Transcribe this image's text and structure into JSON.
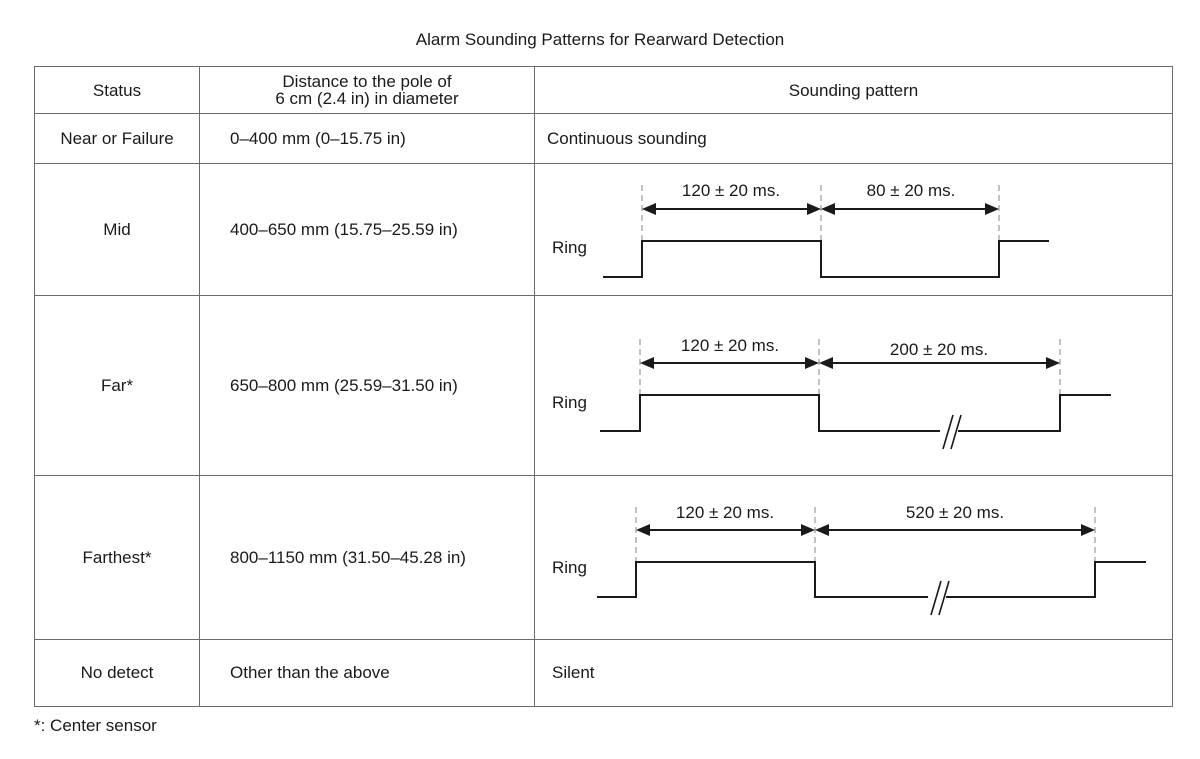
{
  "title": "Alarm Sounding Patterns for Rearward Detection",
  "headers": {
    "status": "Status",
    "distance_line1": "Distance to the pole of",
    "distance_line2": "6 cm (2.4 in) in diameter",
    "pattern": "Sounding pattern"
  },
  "rows": [
    {
      "status": "Near or Failure",
      "distance": "0–400 mm (0–15.75 in)",
      "pattern": "Continuous sounding"
    },
    {
      "status": "Mid",
      "distance": "400–650 mm (15.75–25.59 in)",
      "ring": "Ring",
      "on_time": "120 ± 20 ms.",
      "off_time": "80 ± 20 ms."
    },
    {
      "status": "Far*",
      "distance": "650–800 mm (25.59–31.50 in)",
      "ring": "Ring",
      "on_time": "120 ± 20 ms.",
      "off_time": "200 ± 20 ms."
    },
    {
      "status": "Farthest*",
      "distance": "800–1150 mm (31.50–45.28 in)",
      "ring": "Ring",
      "on_time": "120 ± 20 ms.",
      "off_time": "520 ± 20 ms."
    },
    {
      "status": "No detect",
      "distance": "Other than the above",
      "pattern": "Silent"
    }
  ],
  "footnote": "*: Center sensor"
}
